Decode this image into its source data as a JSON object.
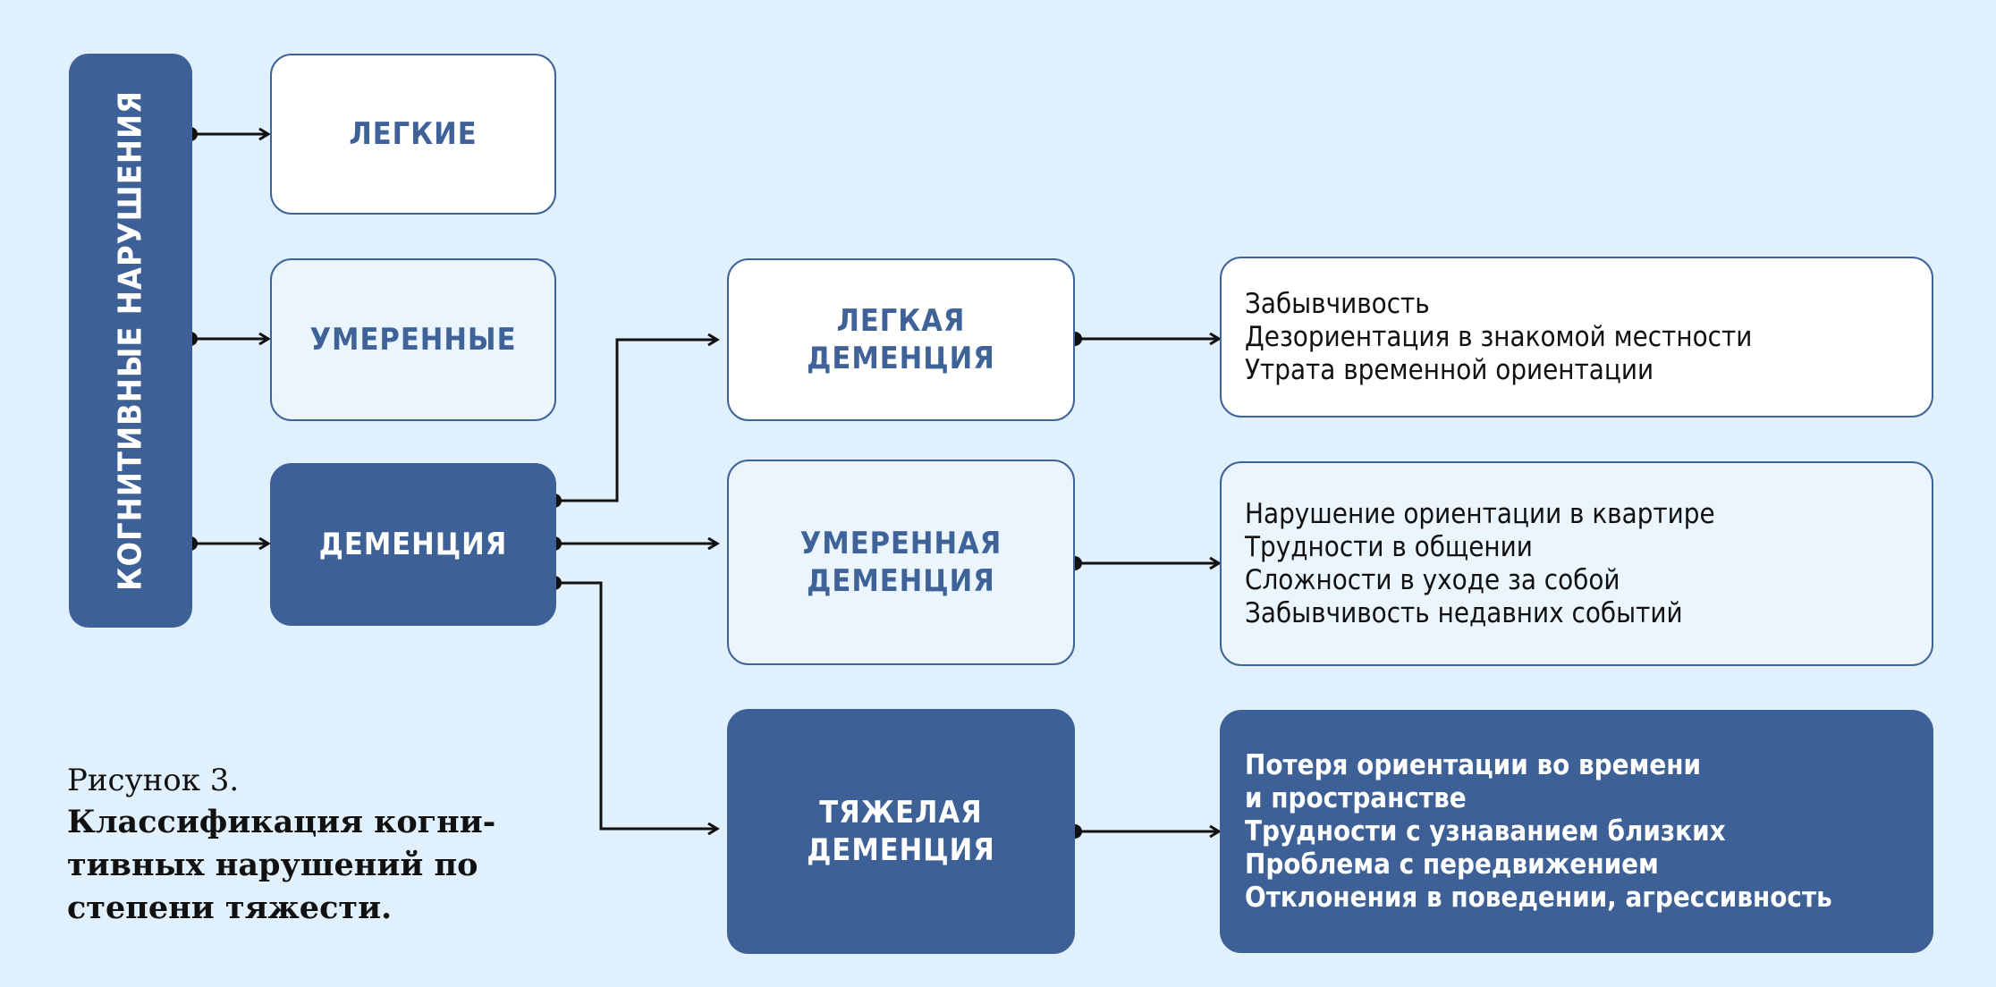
{
  "root": {
    "label": "КОГНИТИВНЫЕ НАРУШЕНИЯ"
  },
  "levels": [
    {
      "label": "ЛЕГКИЕ"
    },
    {
      "label": "УМЕРЕННЫЕ"
    },
    {
      "label": "ДЕМЕНЦИЯ"
    }
  ],
  "stages": [
    {
      "label_lines": [
        "ЛЕГКАЯ",
        "ДЕМЕНЦИЯ"
      ],
      "symptoms": [
        "Забывчивость",
        "Дезориентация в знакомой местности",
        "Утрата временной ориентации"
      ]
    },
    {
      "label_lines": [
        "УМЕРЕННАЯ",
        "ДЕМЕНЦИЯ"
      ],
      "symptoms": [
        "Нарушение ориентации в квартире",
        "Трудности в общении",
        "Сложности в уходе за собой",
        "Забывчивость недавних событий"
      ]
    },
    {
      "label_lines": [
        "ТЯЖЕЛАЯ",
        "ДЕМЕНЦИЯ"
      ],
      "symptoms": [
        "Потеря ориентации во времени",
        "и пространстве",
        "Трудности с узнаванием близких",
        "Проблема с передвижением",
        "Отклонения в поведении, агрессивность"
      ]
    }
  ],
  "caption": {
    "label": "Рисунок 3.",
    "title_lines": [
      "Классификация когни-",
      "тивных нарушений по",
      "степени тяжести."
    ]
  },
  "colors": {
    "background": "#e0f0fc",
    "primary": "#3d6097",
    "light_box": "#ebf5fd",
    "white_box": "#ffffff"
  }
}
